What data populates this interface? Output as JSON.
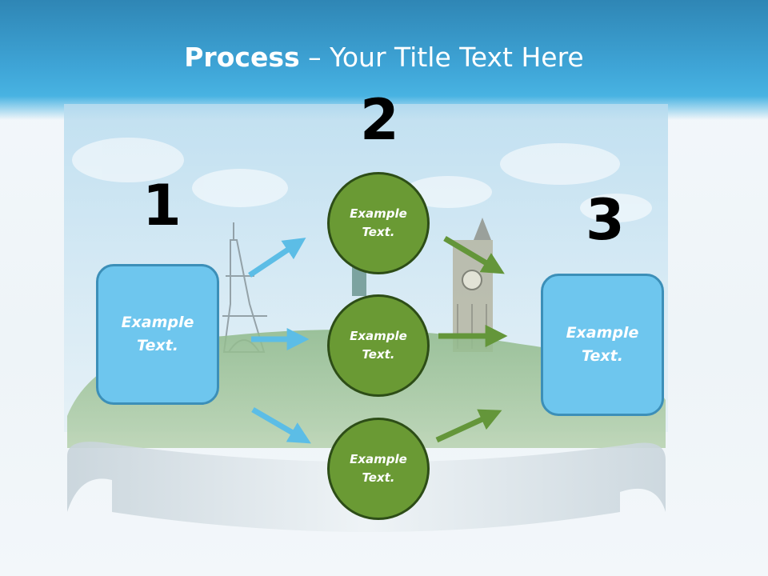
{
  "title": {
    "bold": "Process",
    "rest": " – Your Title Text Here"
  },
  "steps": {
    "one": {
      "number": "1",
      "text_line1": "Example",
      "text_line2": "Text."
    },
    "two": {
      "number": "2",
      "circles": [
        {
          "text_line1": "Example",
          "text_line2": "Text."
        },
        {
          "text_line1": "Example",
          "text_line2": "Text."
        },
        {
          "text_line1": "Example",
          "text_line2": "Text."
        }
      ]
    },
    "three": {
      "number": "3",
      "text_line1": "Example",
      "text_line2": "Text."
    }
  },
  "colors": {
    "box_fill": "#6ec6ee",
    "box_border": "#3c8fb8",
    "circle_fill": "#6a9a34",
    "circle_border": "#2d4d17",
    "blue_arrow": "#5cbde6",
    "green_arrow": "#64963a",
    "title_band": "#3ea4d6"
  }
}
